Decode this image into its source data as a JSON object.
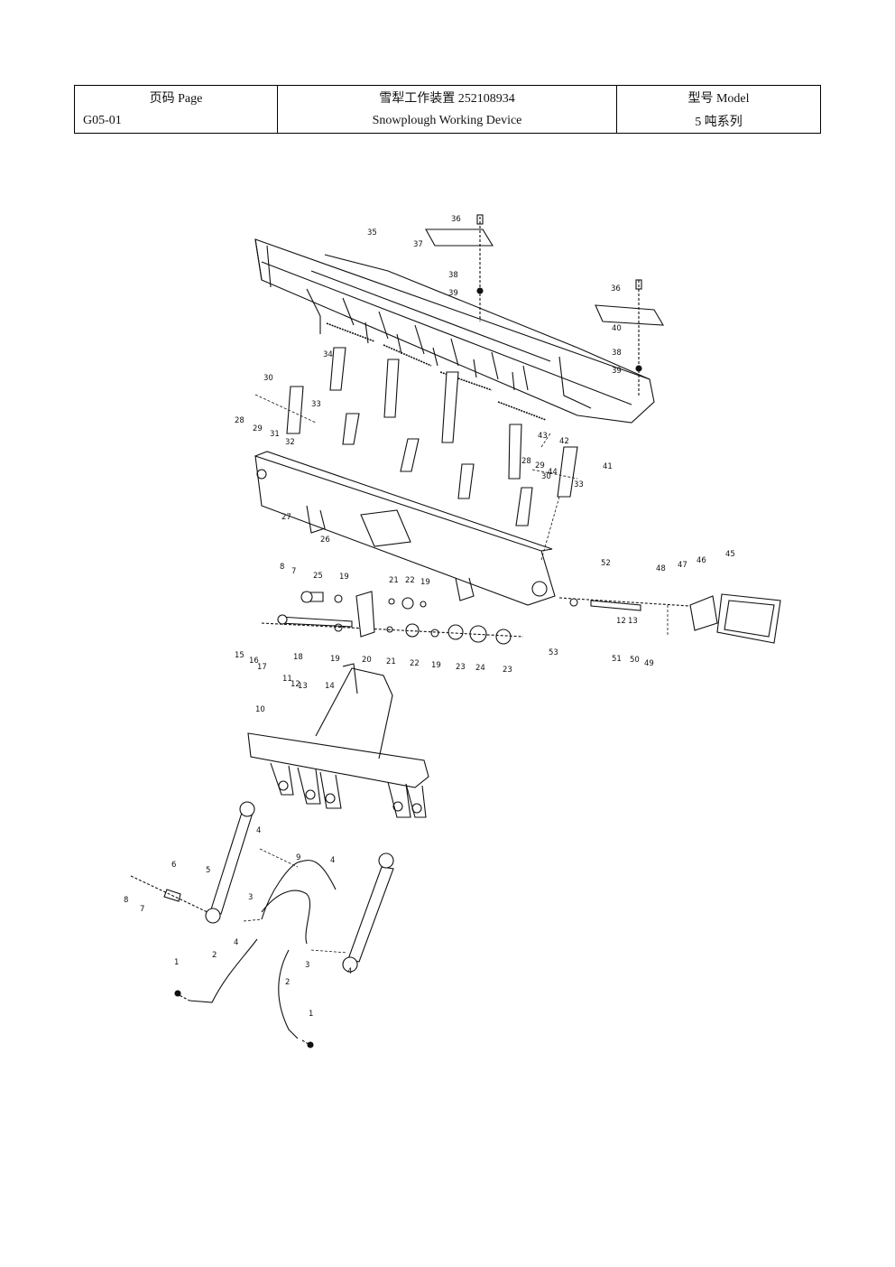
{
  "header": {
    "page_label": "页码 Page",
    "page_number": "G05-01",
    "title_cn": "雪犁工作装置 252108934",
    "title_en": "Snowplough Working Device",
    "model_label": "型号    Model",
    "model_value": "5 吨系列"
  },
  "callouts": [
    "1",
    "2",
    "3",
    "4",
    "5",
    "6",
    "7",
    "8",
    "9",
    "10",
    "11",
    "12",
    "13",
    "14",
    "15",
    "16",
    "17",
    "18",
    "19",
    "20",
    "21",
    "22",
    "23",
    "24",
    "25",
    "26",
    "27",
    "28",
    "29",
    "30",
    "31",
    "32",
    "33",
    "34",
    "35",
    "36",
    "37",
    "38",
    "39",
    "40",
    "41",
    "42",
    "43",
    "44",
    "45",
    "46",
    "47",
    "48",
    "49",
    "50",
    "51",
    "52",
    "53"
  ]
}
